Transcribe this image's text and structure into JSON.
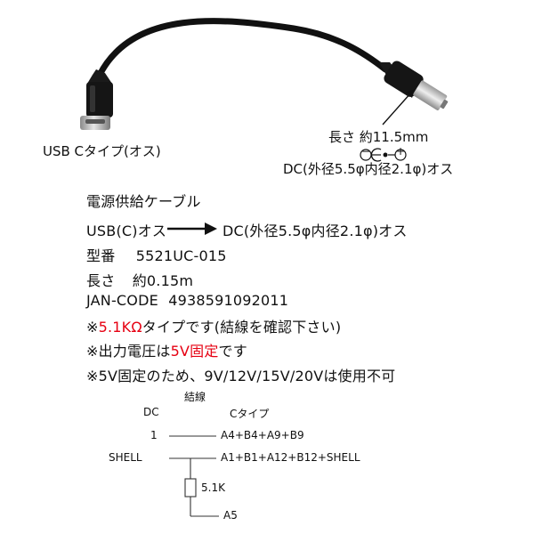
{
  "labels": {
    "usb_c_plug": "USB Cタイプ(オス)",
    "length_callout": "長さ 約11.5mm",
    "polarity_minus": "−",
    "polarity_plus": "+",
    "dc_plug": "DC(外径5.5φ内径2.1φ)オス"
  },
  "specs": {
    "title": "電源供給ケーブル",
    "conversion_from": "USB(C)オス",
    "conversion_to": "DC(外径5.5φ内径2.1φ)オス",
    "model_label": "型番",
    "model_value": "5521UC-015",
    "length_label": "長さ",
    "length_value": "約0.15m",
    "jan_label": "JAN-CODE",
    "jan_value": "4938591092011",
    "note1_prefix": "※",
    "note1_highlight": "5.1KΩ",
    "note1_suffix": "タイプです(結線を確認下さい)",
    "note2_prefix": "※出力電圧は",
    "note2_highlight": "5V固定",
    "note2_suffix": "です",
    "note3": "※5V固定のため、9V/12V/15V/20Vは使用不可"
  },
  "wiring": {
    "title": "結線",
    "col_dc": "DC",
    "col_c": "Cタイプ",
    "rows": [
      {
        "dc": "1",
        "c": "A4+B4+A9+B9"
      },
      {
        "dc": "SHELL",
        "c": "A1+B1+A12+B12+SHELL"
      }
    ],
    "resistor": "5.1K",
    "resistor_end": "A5"
  },
  "colors": {
    "highlight": "#e60012",
    "cable": "#111111",
    "metal": "#b8b8b8"
  }
}
